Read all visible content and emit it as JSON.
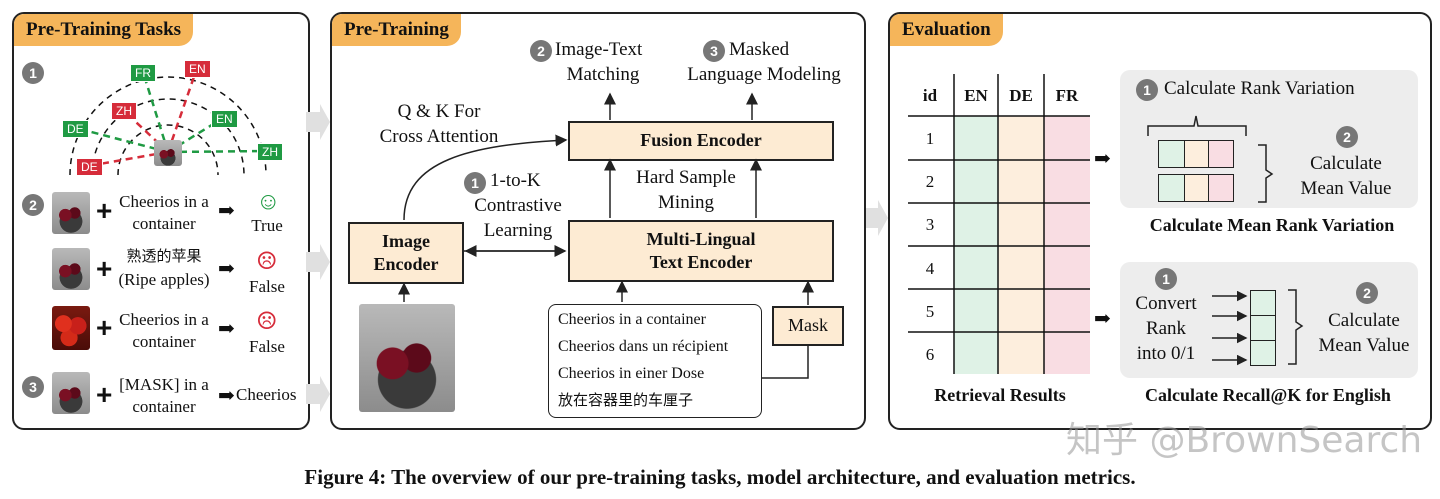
{
  "panel1": {
    "title": "Pre-Training Tasks",
    "badge1": "1",
    "badge2": "2",
    "badge3": "3",
    "lang_tags": {
      "fr": "FR",
      "en_top": "EN",
      "zh_left": "ZH",
      "en_right": "EN",
      "de_left": "DE",
      "zh_right": "ZH",
      "de_bottom": "DE"
    },
    "rows": [
      {
        "text1": "Cheerios in a",
        "text2": "container",
        "result": "True",
        "face": "☺"
      },
      {
        "text1": "熟透的苹果",
        "text2": "(Ripe apples)",
        "result": "False",
        "face": "☹"
      },
      {
        "text1": "Cheerios in a",
        "text2": "container",
        "result": "False",
        "face": "☹"
      },
      {
        "text1": "[MASK] in a",
        "text2": "container",
        "result": "Cheerios"
      }
    ],
    "plus": "+"
  },
  "panel2": {
    "title": "Pre-Training",
    "task2_badge": "2",
    "task2_l1": "Image-Text",
    "task2_l2": "Matching",
    "task3_badge": "3",
    "task3_l1": "Masked",
    "task3_l2": "Language Modeling",
    "qk_l1": "Q & K For",
    "qk_l2": "Cross Attention",
    "fusion": "Fusion Encoder",
    "hard_l1": "Hard Sample",
    "hard_l2": "Mining",
    "contrast_badge": "1",
    "contrast_l1": "1-to-K",
    "contrast_l2": "Contrastive",
    "contrast_l3": "Learning",
    "image_enc_l1": "Image",
    "image_enc_l2": "Encoder",
    "text_enc_l1": "Multi-Lingual",
    "text_enc_l2": "Text Encoder",
    "captions": [
      "Cheerios in a container",
      "Cheerios dans un récipient",
      "Cheerios in einer Dose",
      "放在容器里的车厘子"
    ],
    "mask": "Mask"
  },
  "panel3": {
    "title": "Evaluation",
    "table_headers": [
      "id",
      "EN",
      "DE",
      "FR"
    ],
    "ids": [
      "1",
      "2",
      "3",
      "4",
      "5",
      "6"
    ],
    "retrieval_label": "Retrieval Results",
    "rank_badge": "1",
    "rank_label": "Calculate Rank Variation",
    "mean_badge": "2",
    "mean_l1": "Calculate",
    "mean_l2": "Mean Value",
    "rank_caption": "Calculate Mean Rank Variation",
    "convert_badge": "1",
    "convert_l1": "Convert",
    "convert_l2": "Rank",
    "convert_l3": "into 0/1",
    "mean2_badge": "2",
    "mean2_l1": "Calculate",
    "mean2_l2": "Mean Value",
    "recall_caption": "Calculate Recall@K for English"
  },
  "watermark": "知乎 @BrownSearch",
  "caption": "Figure 4: The overview of our pre-training tasks, model architecture, and evaluation metrics.",
  "colors": {
    "orange": "#f5b55a",
    "green": "#1f9a43",
    "red": "#d62c3a",
    "en": "#dff2e6",
    "de": "#fdeedd",
    "fr": "#f9dde3",
    "encoder": "#fdebd3"
  }
}
